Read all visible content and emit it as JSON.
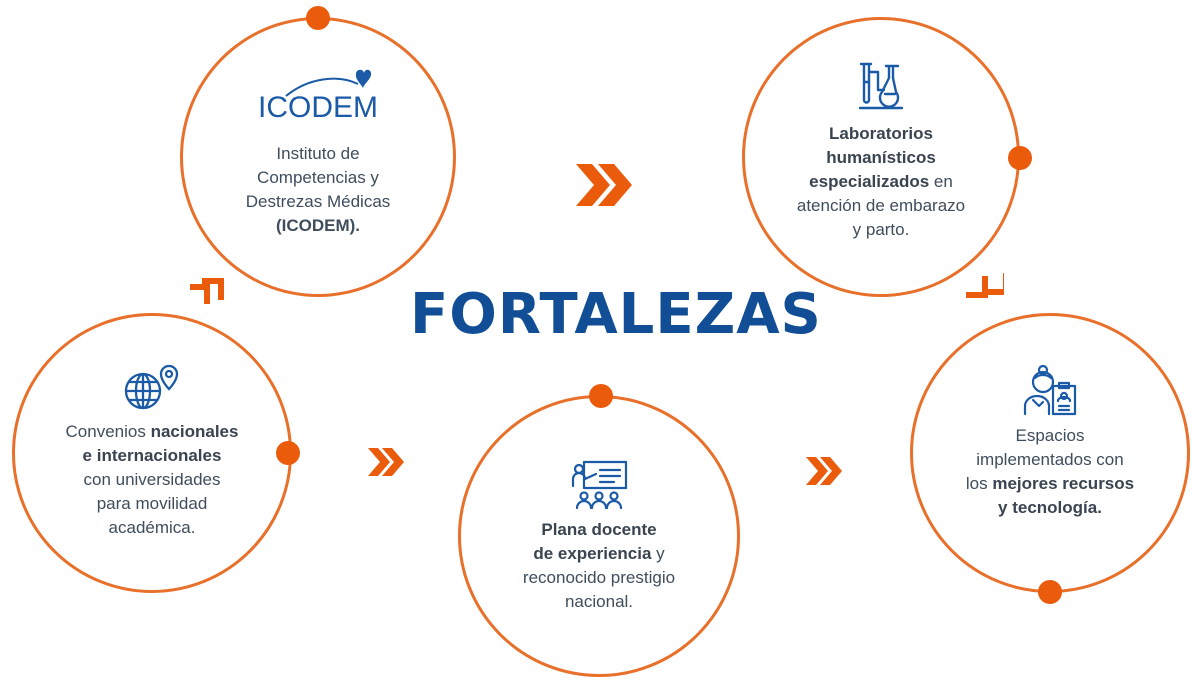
{
  "title": "FORTALEZAS",
  "colors": {
    "accent": "#ea5b0c",
    "ring": "#e8702a",
    "title": "#124e96",
    "icon": "#1b5aa6",
    "text": "#3f4d5c"
  },
  "items": {
    "convenios": {
      "icon": "globe-pin-icon",
      "parts": [
        "Convenios ",
        "nacionales",
        "e internacionales",
        "con universidades",
        "para movilidad",
        "académica."
      ]
    },
    "icodem": {
      "logo_text": "ICODEM",
      "lines": [
        "Instituto de",
        "Competencias y",
        "Destrezas Médicas",
        "(ICODEM)."
      ]
    },
    "laboratorios": {
      "icon": "lab-flask-icon",
      "parts": [
        "Laboratorios",
        "humanísticos",
        "especializados",
        " en",
        "atención de embarazo",
        "y parto."
      ]
    },
    "plana": {
      "icon": "teacher-class-icon",
      "parts": [
        "Plana docente",
        "de experiencia",
        " y",
        "reconocido prestigio",
        "nacional."
      ]
    },
    "espacios": {
      "icon": "doctor-clipboard-icon",
      "parts": [
        "Espacios",
        "implementados con",
        "los ",
        "mejores recursos",
        "y tecnología."
      ]
    }
  }
}
